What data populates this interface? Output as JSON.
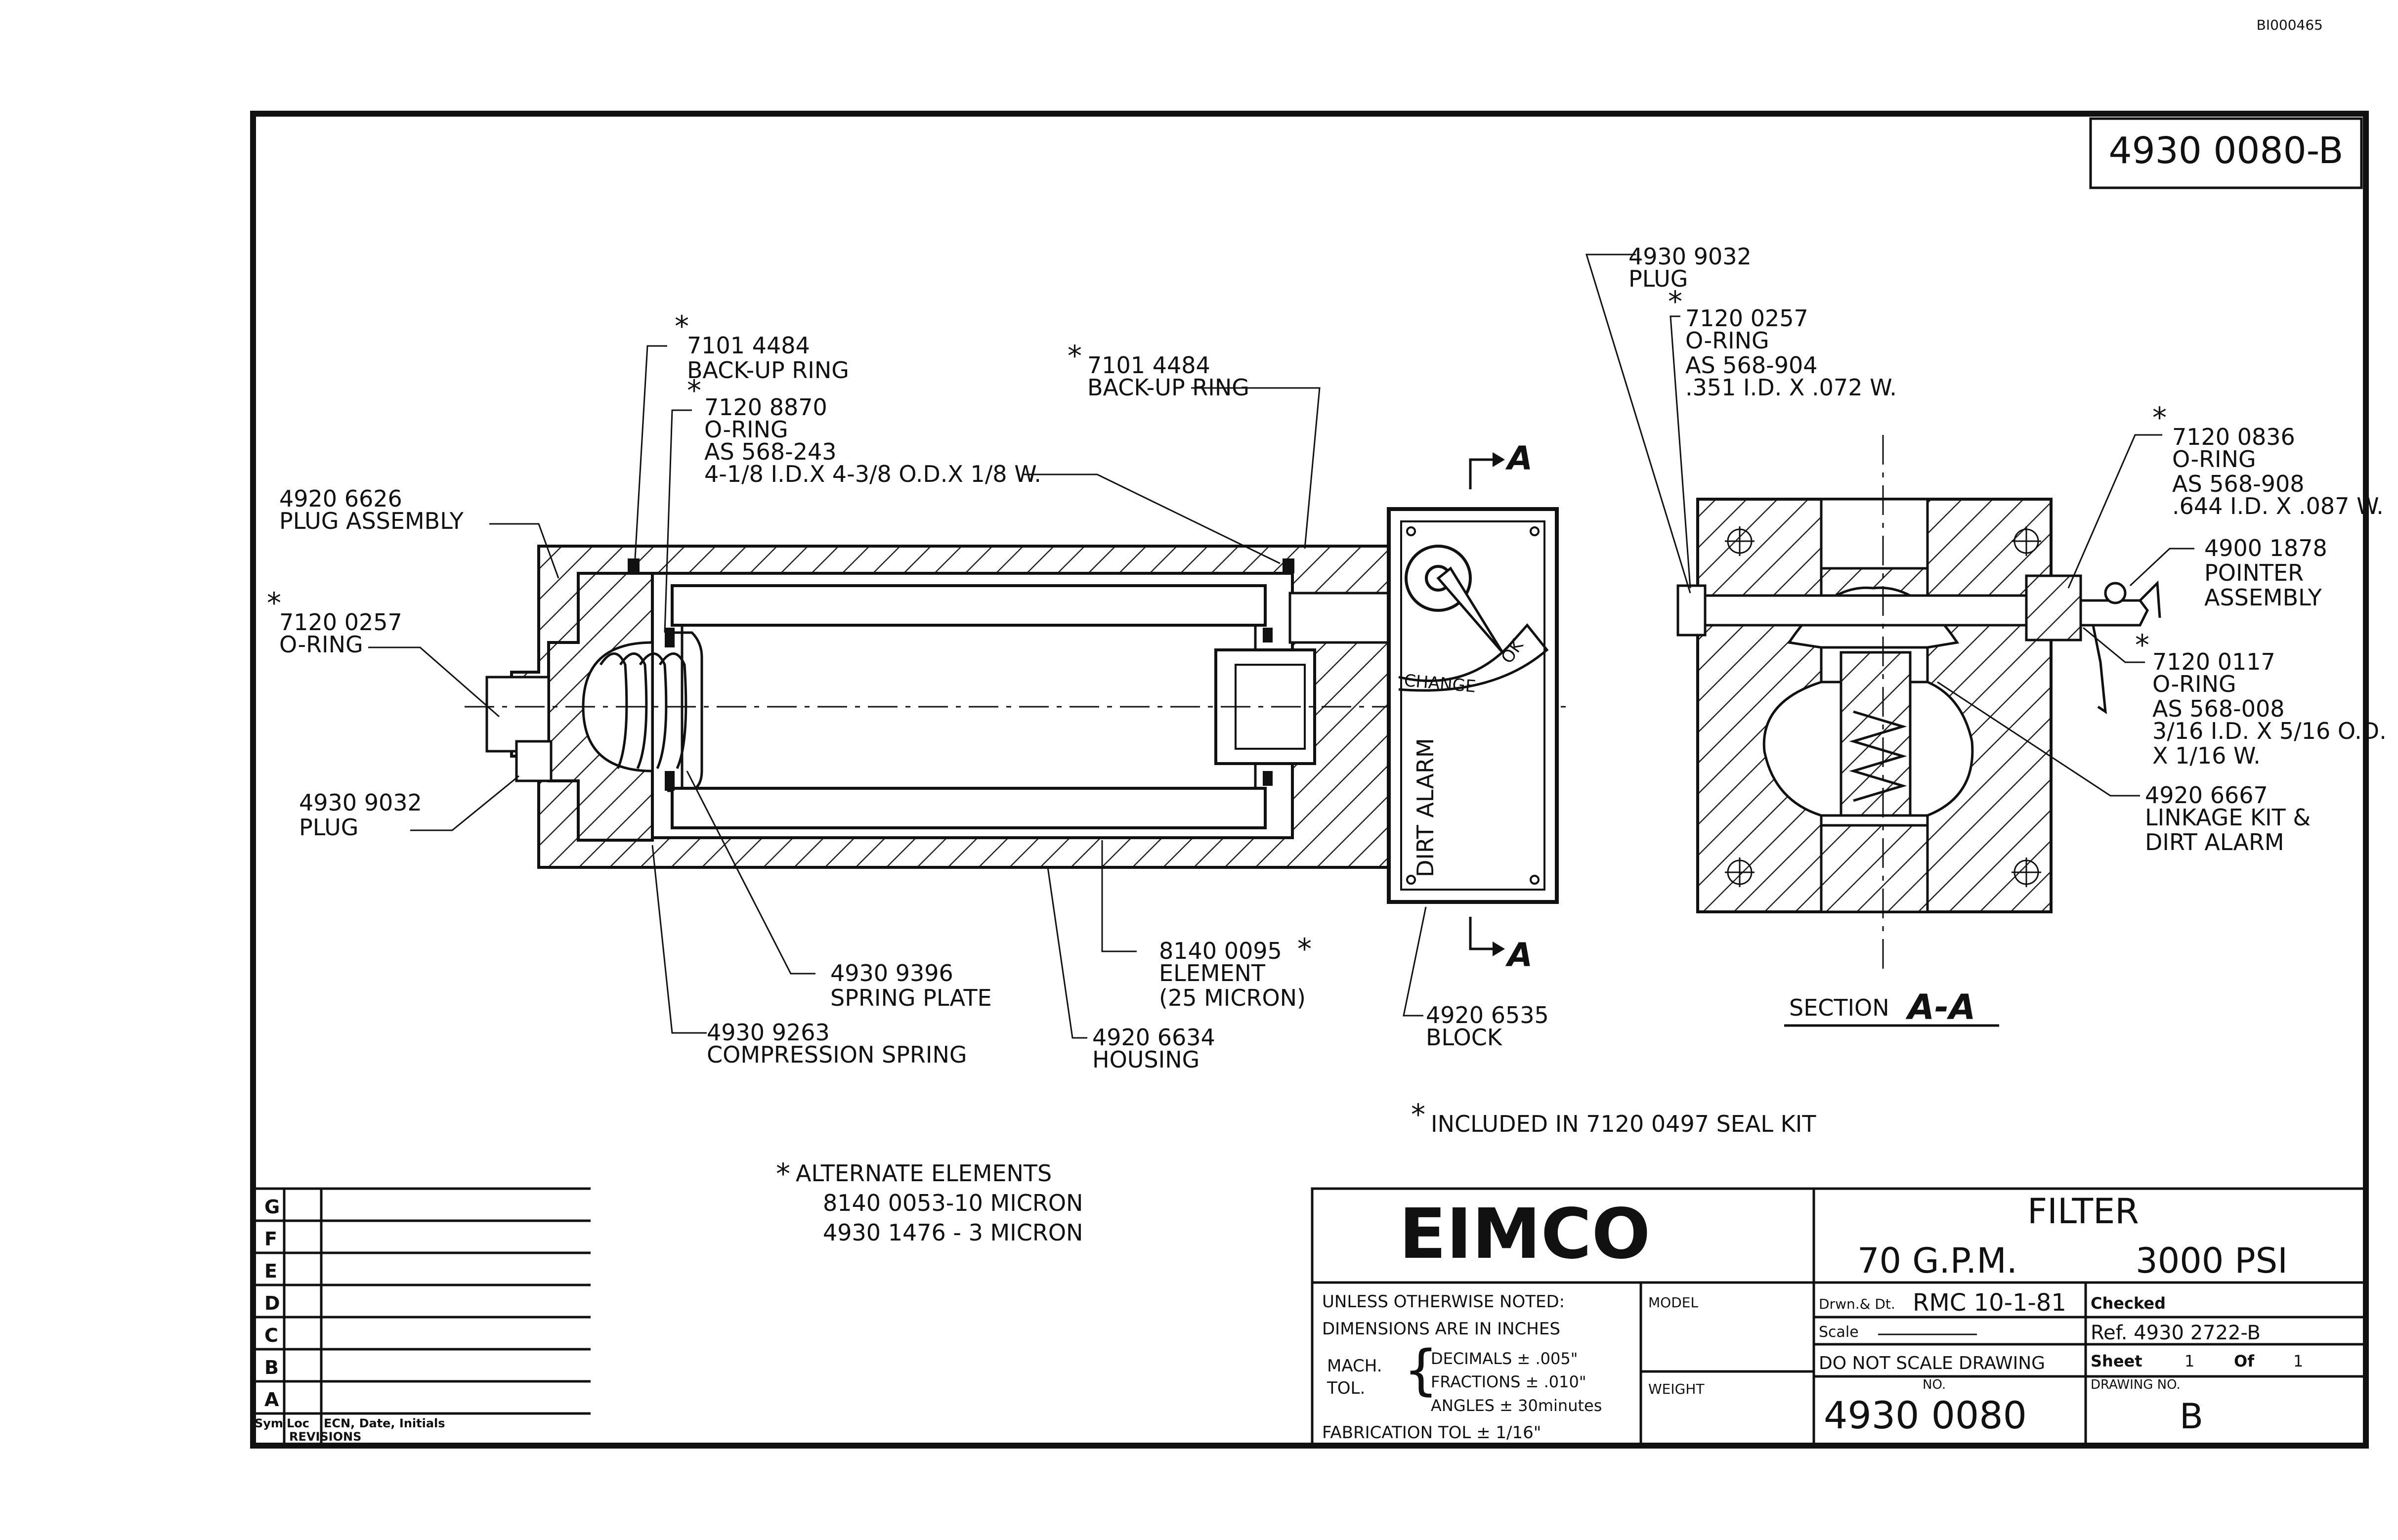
{
  "sheet": {
    "corner_id": "BI000465",
    "top_right_number": "4930 0080-B"
  },
  "callouts": {
    "plug_assembly": [
      "4920 6626",
      "PLUG ASSEMBLY"
    ],
    "o_ring_left": [
      "7120 0257",
      "O-RING"
    ],
    "plug_left": [
      "4930 9032",
      "PLUG"
    ],
    "backup_ring_left": [
      "7101 4484",
      "BACK-UP RING"
    ],
    "o_ring_8870": [
      "7120 8870",
      "O-RING",
      "AS 568-243",
      "4-1/8 I.D.X 4-3/8 O.D.X 1/8 W."
    ],
    "backup_ring_right": [
      "7101 4484",
      "BACK-UP RING"
    ],
    "spring_plate": [
      "4930 9396",
      "SPRING PLATE"
    ],
    "compression_spring": [
      "4930 9263",
      "COMPRESSION SPRING"
    ],
    "element": [
      "8140 0095",
      "ELEMENT",
      "(25 MICRON)"
    ],
    "housing": [
      "4920 6634",
      "HOUSING"
    ],
    "block": [
      "4920 6535",
      "BLOCK"
    ],
    "plug_top": [
      "4930 9032",
      "PLUG"
    ],
    "o_ring_top": [
      "7120 0257",
      "O-RING",
      "AS 568-904",
      ".351 I.D. X .072 W."
    ],
    "o_ring_0836": [
      "7120 0836",
      "O-RING",
      "AS 568-908",
      ".644 I.D. X .087 W."
    ],
    "pointer_assembly": [
      "4900 1878",
      "POINTER",
      "ASSEMBLY"
    ],
    "o_ring_0117": [
      "7120 0117",
      "O-RING",
      "AS 568-008",
      "3/16 I.D. X 5/16 O.D.",
      "X 1/16 W."
    ],
    "linkage_kit": [
      "4920 6667",
      "LINKAGE KIT &",
      "DIRT ALARM"
    ]
  },
  "gauge": {
    "change": "CHANGE",
    "ok": "OK",
    "dirt_alarm": "DIRT ALARM"
  },
  "section": {
    "marker": "A",
    "label": "SECTION",
    "name": "A-A"
  },
  "notes": {
    "seal_kit": "INCLUDED IN 7120 0497 SEAL KIT",
    "alternate_title": "ALTERNATE ELEMENTS",
    "alternate_items": [
      "8140 0053-10 MICRON",
      "4930 1476 - 3 MICRON"
    ]
  },
  "revisions": {
    "rows": [
      "G",
      "F",
      "E",
      "D",
      "C",
      "B",
      "A"
    ],
    "header": [
      "Sym",
      "Loc",
      "ECN, Date, Initials"
    ],
    "title": "REVISIONS"
  },
  "title_block": {
    "company": "EIMCO",
    "title": "FILTER",
    "flow": "70 G.P.M.",
    "pressure": "3000 PSI",
    "tolerance_lines": [
      "UNLESS OTHERWISE NOTED:",
      "DIMENSIONS ARE IN INCHES"
    ],
    "mach_label": [
      "MACH.",
      "TOL."
    ],
    "mach_values": [
      "DECIMALS ± .005\"",
      "FRACTIONS ± .010\"",
      "ANGLES ± 30minutes"
    ],
    "fabrication": "FABRICATION TOL ± 1/16\"",
    "model_label": "MODEL",
    "weight_label": "WEIGHT",
    "drawn_label": "Drwn.& Dt.",
    "drawn_value": "RMC 10-1-81",
    "checked_label": "Checked",
    "scale_label": "Scale",
    "ref": "Ref. 4930 2722-B",
    "do_not_scale": "DO NOT SCALE DRAWING",
    "sheet_label": "Sheet",
    "sheet_value": "1",
    "of_label": "Of",
    "of_value": "1",
    "no_label": "NO.",
    "drawing_number": "4930 0080",
    "drawing_no_label": "DRAWING NO.",
    "revision": "B"
  }
}
